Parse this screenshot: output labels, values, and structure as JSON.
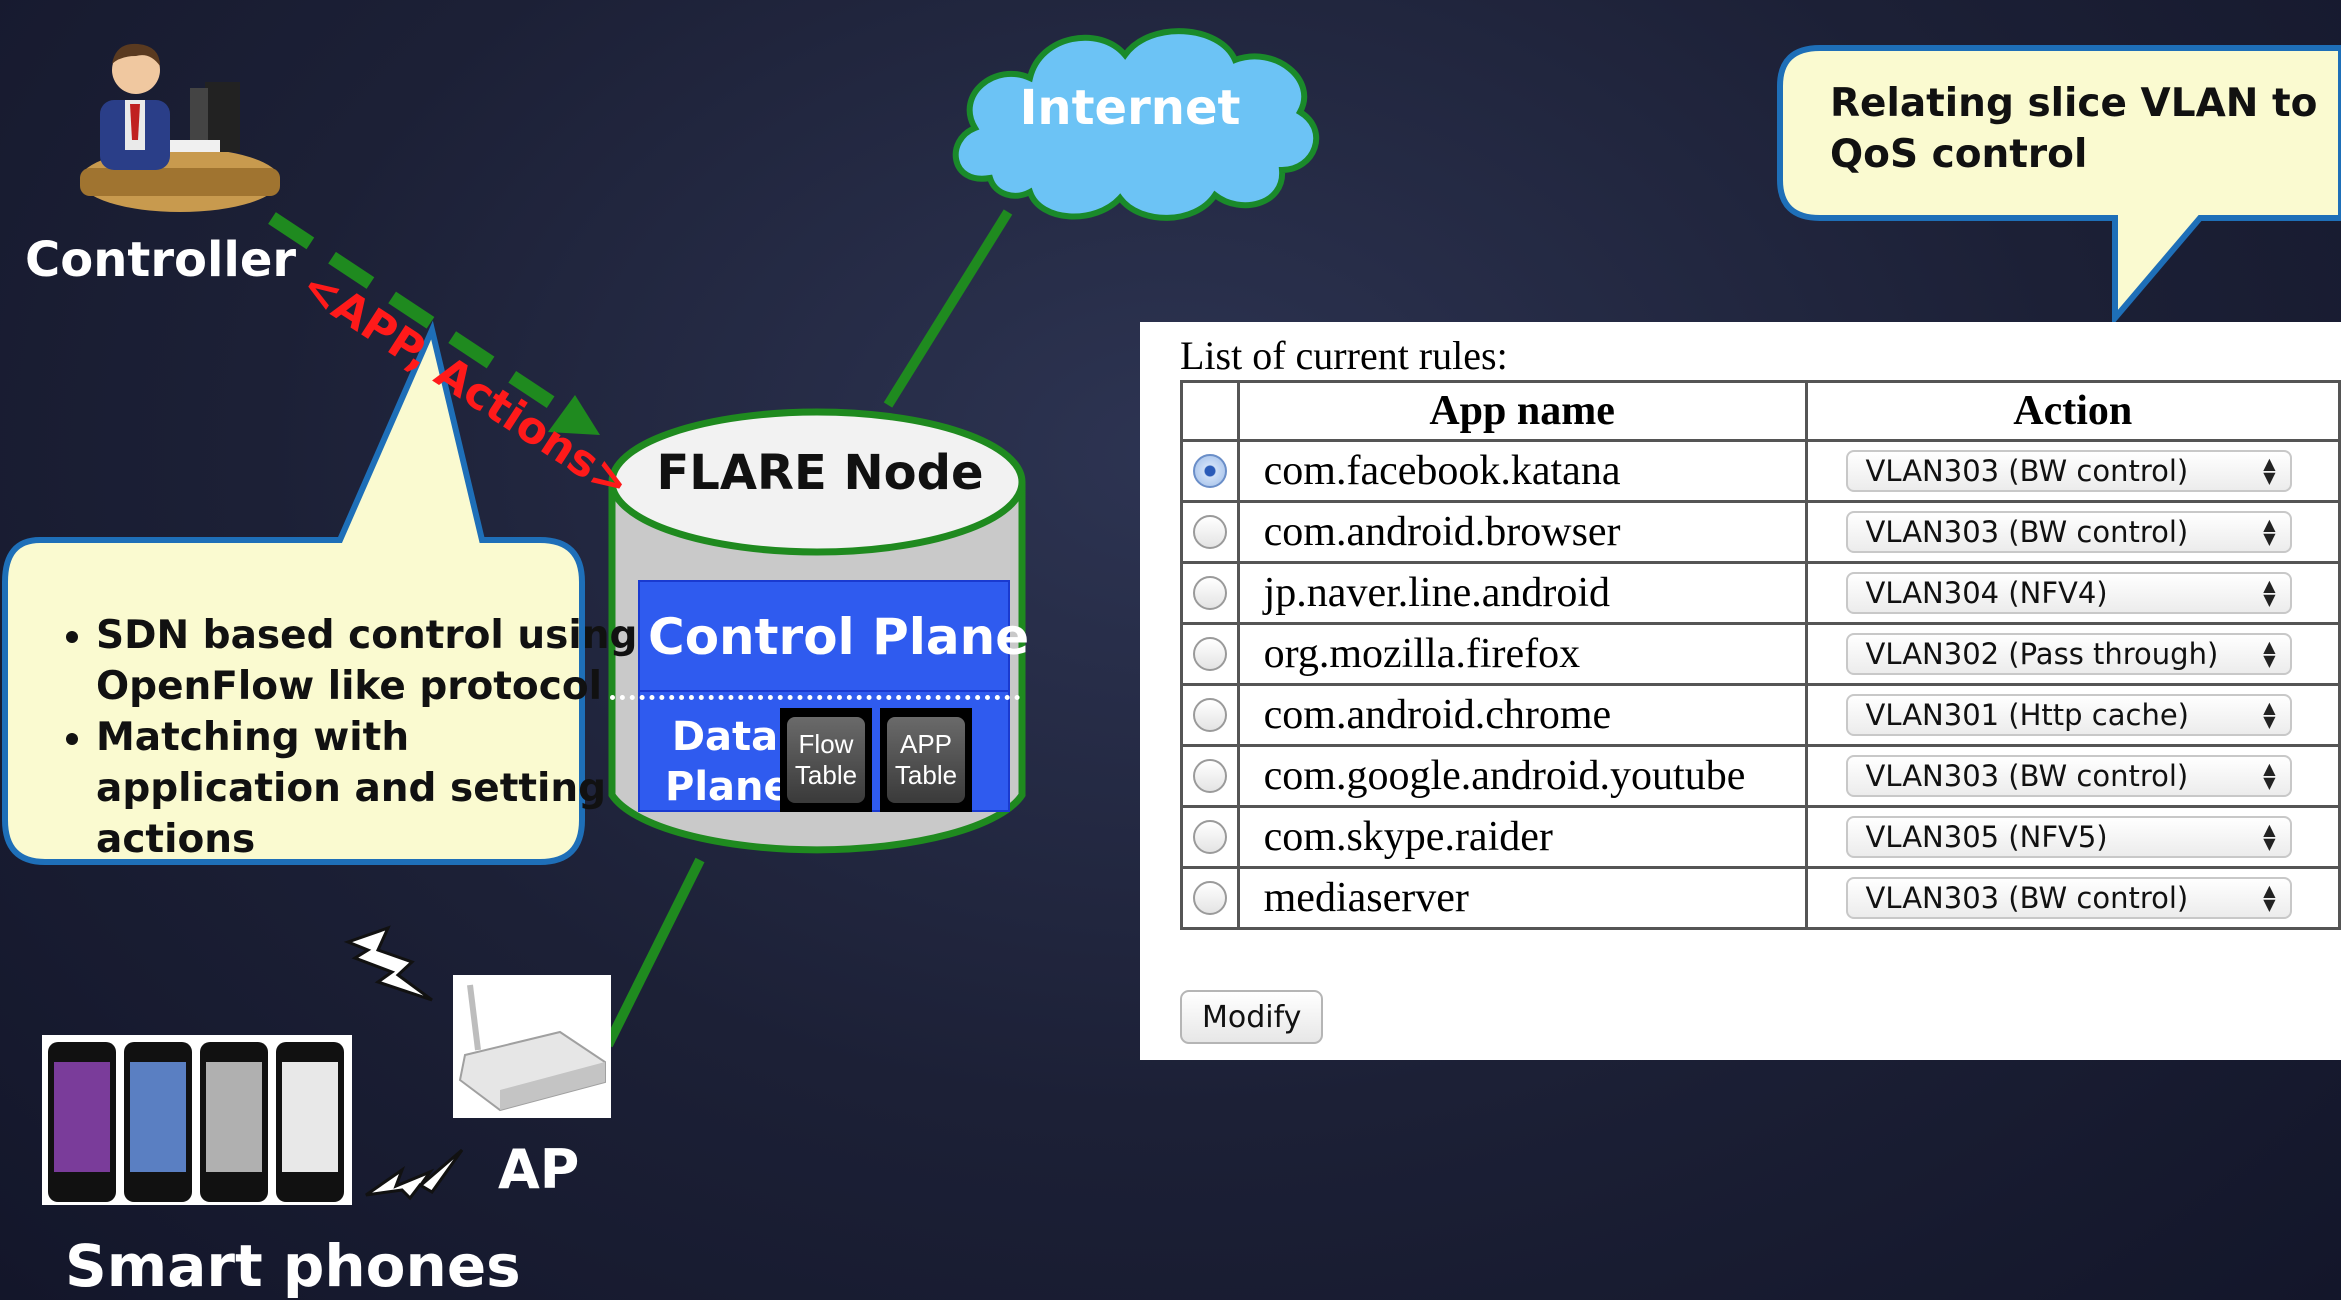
{
  "labels": {
    "controller": "Controller",
    "internet": "Internet",
    "app_actions": "<APP, Actions>",
    "flare_node": "FLARE Node",
    "control_plane": "Control Plane",
    "data_plane": "Data Plane",
    "flow_table": "Flow Table",
    "app_table": "APP Table",
    "ap": "AP",
    "smart_phones": "Smart phones"
  },
  "left_callout": {
    "items": [
      "SDN based control using OpenFlow like protocol",
      "Matching with application and setting actions"
    ]
  },
  "right_callout": {
    "text": "Relating slice VLAN to QoS control"
  },
  "rules_panel": {
    "title": "List of current rules:",
    "columns": [
      "App name",
      "Action"
    ],
    "rows": [
      {
        "app": "com.facebook.katana",
        "action": "VLAN303 (BW control)",
        "selected": true
      },
      {
        "app": "com.android.browser",
        "action": "VLAN303 (BW control)",
        "selected": false
      },
      {
        "app": "jp.naver.line.android",
        "action": "VLAN304 (NFV4)",
        "selected": false
      },
      {
        "app": "org.mozilla.firefox",
        "action": "VLAN302 (Pass through)",
        "selected": false
      },
      {
        "app": "com.android.chrome",
        "action": "VLAN301 (Http cache)",
        "selected": false
      },
      {
        "app": "com.google.android.youtube",
        "action": "VLAN303 (BW control)",
        "selected": false
      },
      {
        "app": "com.skype.raider",
        "action": "VLAN305 (NFV5)",
        "selected": false
      },
      {
        "app": "mediaserver",
        "action": "VLAN303 (BW control)",
        "selected": false
      }
    ],
    "modify_label": "Modify"
  },
  "colors": {
    "link_green": "#1f8a1f",
    "callout_fill": "#fafad0",
    "callout_border": "#1e6fb8",
    "cloud_fill": "#6cc3f5",
    "plane_blue": "#2f5bef",
    "arrow_red": "#ff1a1a"
  }
}
